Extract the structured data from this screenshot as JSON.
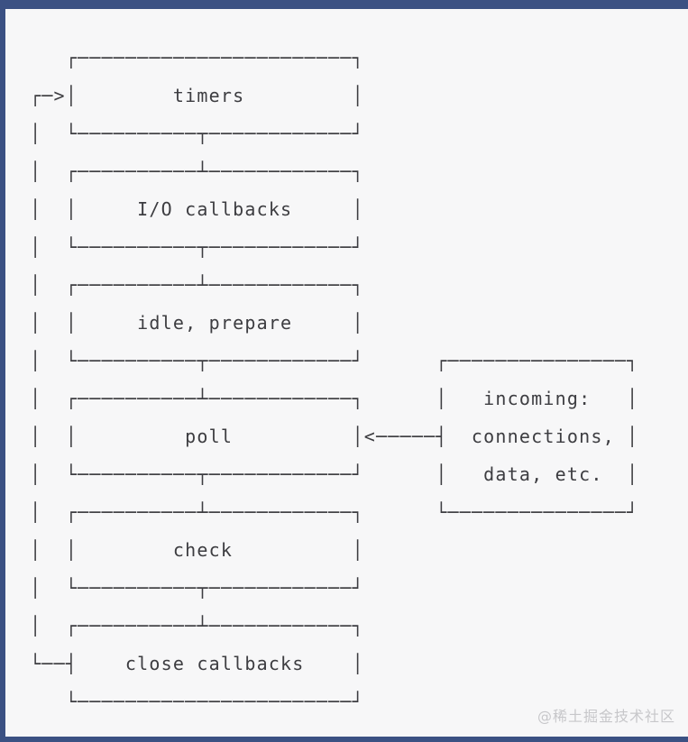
{
  "diagram": {
    "ascii": "   ┌───────────────────────┐\n┌─>│        timers         │\n│  └──────────┬────────────┘\n│  ┌──────────┴────────────┐\n│  │     I/O callbacks     │\n│  └──────────┬────────────┘\n│  ┌──────────┴────────────┐\n│  │     idle, prepare     │\n│  └──────────┬────────────┘      ┌───────────────┐\n│  ┌──────────┴────────────┐      │   incoming:   │\n│  │         poll          │<─────┤  connections, │\n│  └──────────┬────────────┘      │   data, etc.  │\n│  ┌──────────┴────────────┐      └───────────────┘\n│  │        check          │\n│  └──────────┬────────────┘\n│  ┌──────────┴────────────┐\n└──┤    close callbacks    │\n   └───────────────────────┘",
    "phases": [
      "timers",
      "I/O callbacks",
      "idle, prepare",
      "poll",
      "check",
      "close callbacks"
    ],
    "incoming_box": [
      "incoming:",
      "connections,",
      "data, etc."
    ],
    "edges": [
      {
        "from": "close callbacks",
        "to": "timers"
      },
      {
        "from": "incoming box",
        "to": "poll"
      }
    ]
  },
  "watermark": {
    "text": "@稀土掘金技术社区"
  },
  "colors": {
    "frame": "#3b5183",
    "background": "#f7f7f8",
    "line": "#3d3d41",
    "watermark": "#c7c7ca"
  }
}
